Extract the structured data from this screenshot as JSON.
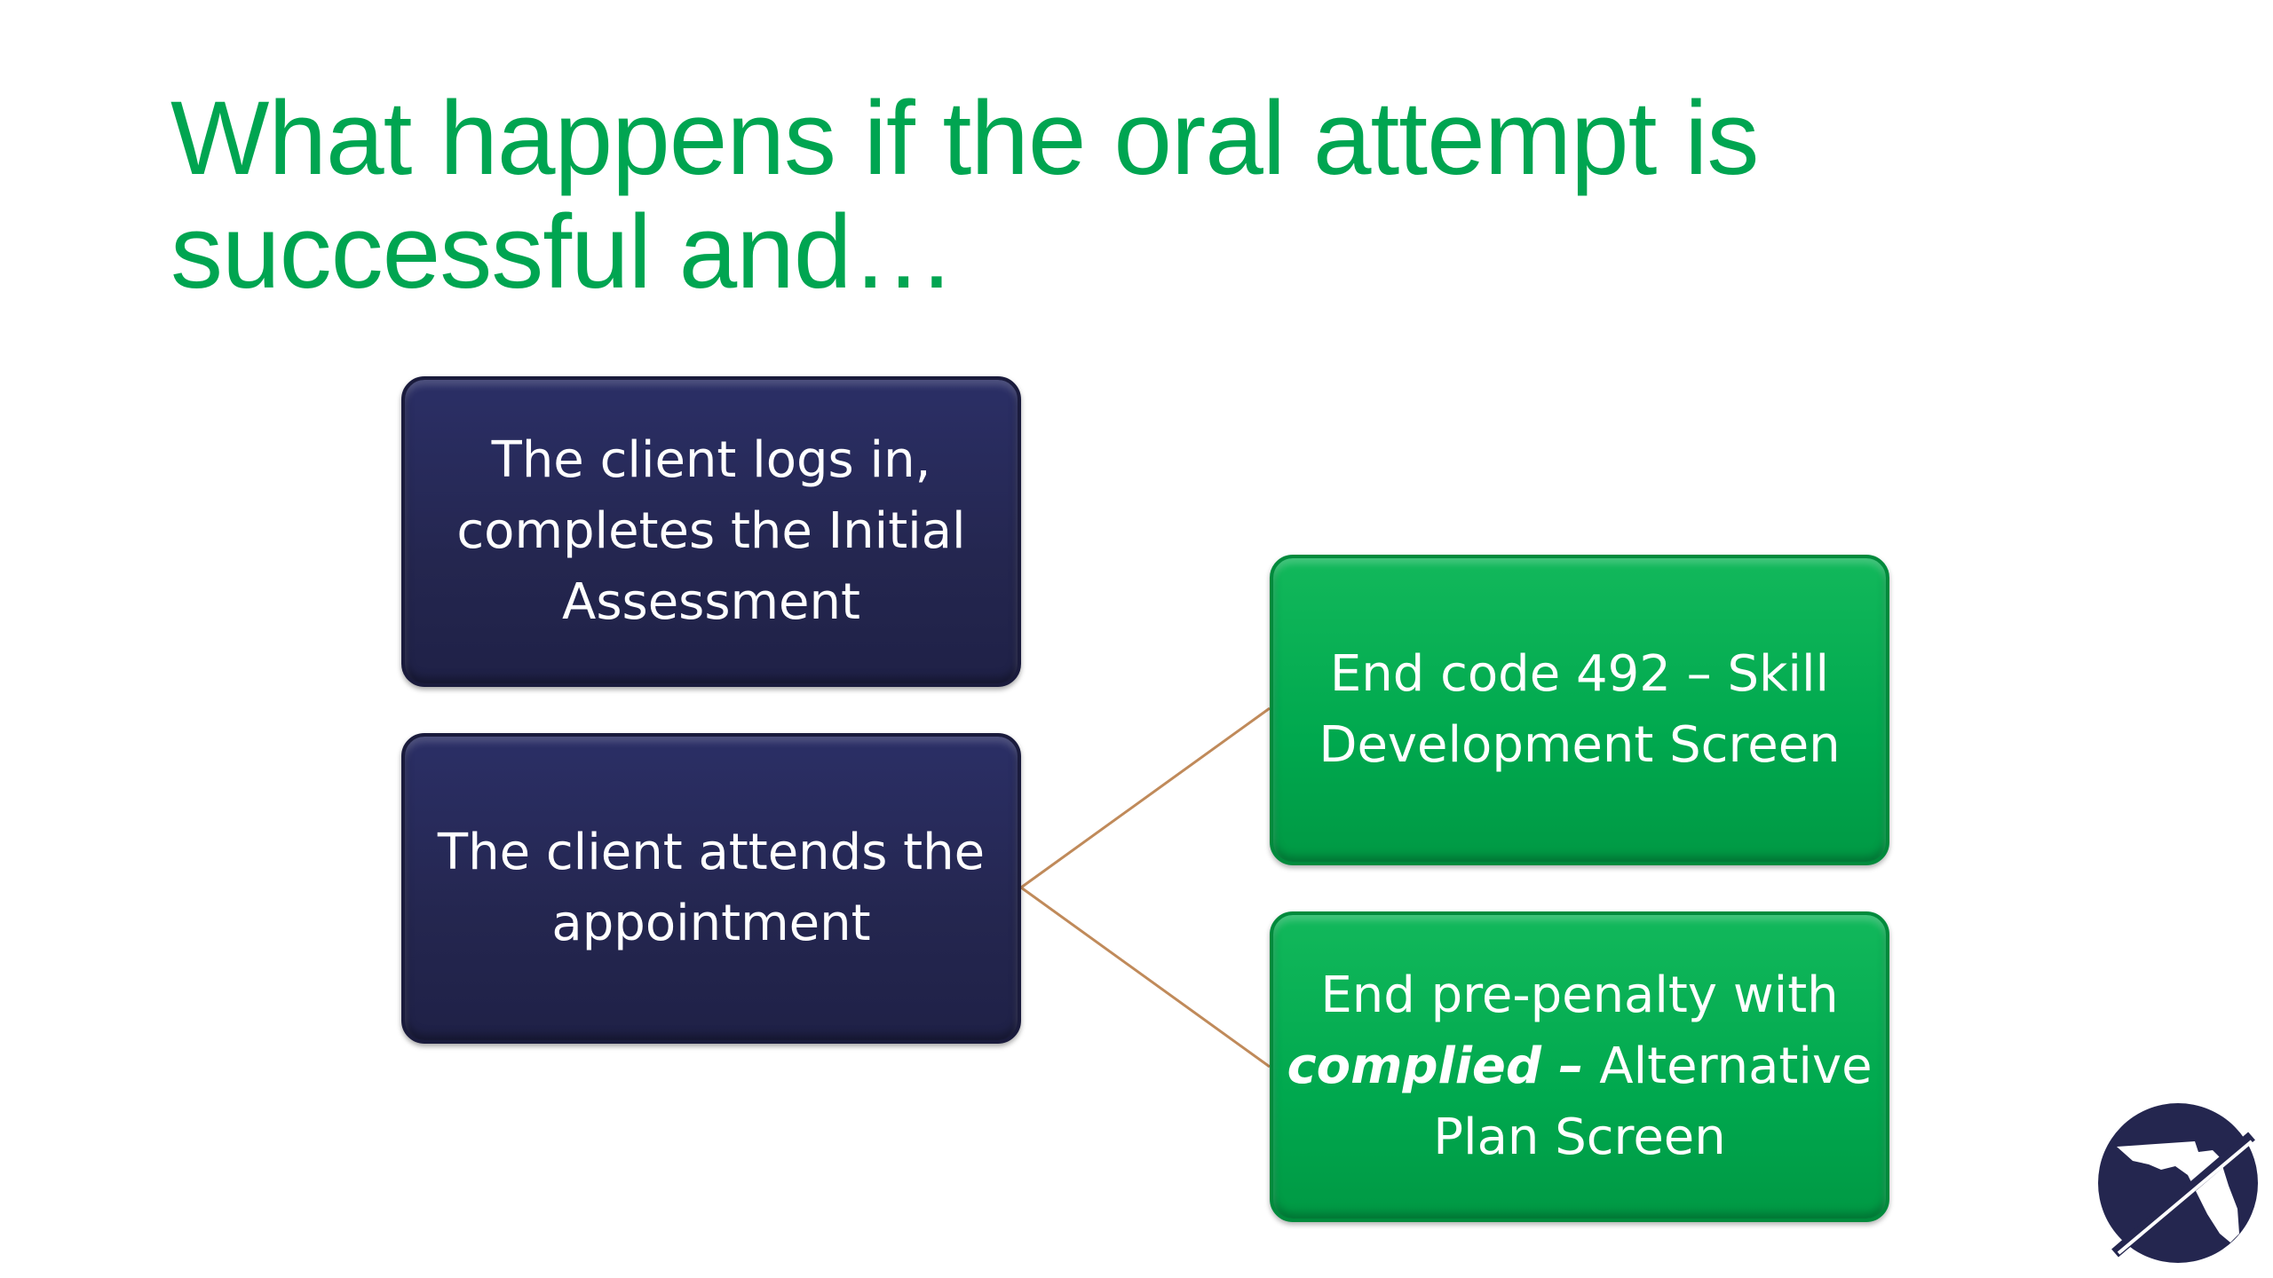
{
  "title": {
    "line1": "What happens if the oral attempt is",
    "line2": "successful and…"
  },
  "nodes": {
    "logs_in": {
      "line1": "The client logs in,",
      "line2": "completes the Initial",
      "line3": "Assessment"
    },
    "attends": {
      "line1": "The client attends the",
      "line2": "appointment"
    },
    "end_code": {
      "line1": "End code 492 – Skill",
      "line2": "Development Screen"
    },
    "pre_penalty": {
      "line1": "End  pre-penalty with",
      "emphasis": "complied –",
      "line2_rest": " Alternative",
      "line3": "Plan Screen"
    }
  },
  "colors": {
    "title": "#00a551",
    "navy_box": "#24264f",
    "green_box": "#00a84e",
    "connector": "#c08a5a",
    "logo_bg": "#24264f"
  },
  "icons": {
    "logo": "florida-seal-icon"
  }
}
